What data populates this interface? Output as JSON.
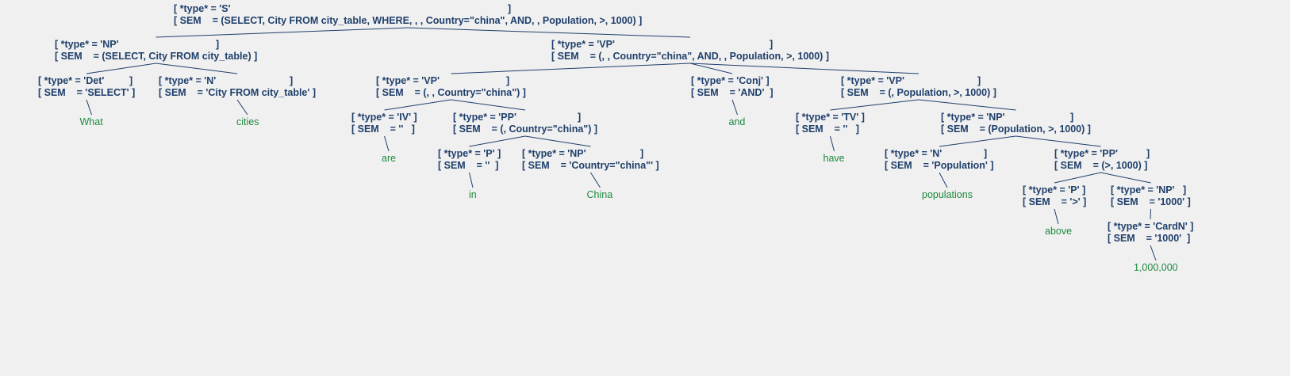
{
  "nodes": [
    {
      "id": "S",
      "type": "[ *type* = 'S'",
      "sem": "[ SEM    = (SELECT, City FROM city_table, WHERE, , , Country=\"china\", AND, , Population, >, 1000) ]",
      "close": "]"
    },
    {
      "id": "NP1",
      "type": "[ *type* = 'NP'",
      "sem": "[ SEM    = (SELECT, City FROM city_table) ]",
      "close": "]"
    },
    {
      "id": "VP1",
      "type": "[ *type* = 'VP'",
      "sem": "[ SEM    = (, , Country=\"china\", AND, , Population, >, 1000) ]",
      "close": "]"
    },
    {
      "id": "Det",
      "type": "[ *type* = 'Det'",
      "sem": "[ SEM    = 'SELECT' ]",
      "close": "]"
    },
    {
      "id": "N1",
      "type": "[ *type* = 'N'",
      "sem": "[ SEM    = 'City FROM city_table' ]",
      "close": "]"
    },
    {
      "id": "VP2",
      "type": "[ *type* = 'VP'",
      "sem": "[ SEM    = (, , Country=\"china\") ]",
      "close": "]"
    },
    {
      "id": "Conj",
      "type": "[ *type* = 'Conj' ]",
      "sem": "[ SEM    = 'AND'  ]",
      "close": ""
    },
    {
      "id": "VP3",
      "type": "[ *type* = 'VP'",
      "sem": "[ SEM    = (, Population, >, 1000) ]",
      "close": "]"
    },
    {
      "id": "IV",
      "type": "[ *type* = 'IV' ]",
      "sem": "[ SEM    = ''   ]",
      "close": ""
    },
    {
      "id": "PP1",
      "type": "[ *type* = 'PP'",
      "sem": "[ SEM    = (, Country=\"china\") ]",
      "close": "]"
    },
    {
      "id": "TV",
      "type": "[ *type* = 'TV' ]",
      "sem": "[ SEM    = ''   ]",
      "close": ""
    },
    {
      "id": "NP2",
      "type": "[ *type* = 'NP'",
      "sem": "[ SEM    = (Population, >, 1000) ]",
      "close": "]"
    },
    {
      "id": "P1",
      "type": "[ *type* = 'P' ]",
      "sem": "[ SEM    = ''  ]",
      "close": ""
    },
    {
      "id": "NP3",
      "type": "[ *type* = 'NP'",
      "sem": "[ SEM    = 'Country=\"china\"' ]",
      "close": "]"
    },
    {
      "id": "N2",
      "type": "[ *type* = 'N'",
      "sem": "[ SEM    = 'Population' ]",
      "close": "]"
    },
    {
      "id": "PP2",
      "type": "[ *type* = 'PP'",
      "sem": "[ SEM    = (>, 1000) ]",
      "close": "]"
    },
    {
      "id": "P2",
      "type": "[ *type* = 'P' ]",
      "sem": "[ SEM    = '>' ]",
      "close": ""
    },
    {
      "id": "NP4",
      "type": "[ *type* = 'NP'   ]",
      "sem": "[ SEM    = '1000' ]",
      "close": ""
    },
    {
      "id": "CardN",
      "type": "[ *type* = 'CardN' ]",
      "sem": "[ SEM    = '1000'  ]",
      "close": ""
    }
  ],
  "words": [
    {
      "id": "w_what",
      "text": "What"
    },
    {
      "id": "w_cities",
      "text": "cities"
    },
    {
      "id": "w_are",
      "text": "are"
    },
    {
      "id": "w_in",
      "text": "in"
    },
    {
      "id": "w_china",
      "text": "China"
    },
    {
      "id": "w_and",
      "text": "and"
    },
    {
      "id": "w_have",
      "text": "have"
    },
    {
      "id": "w_populations",
      "text": "populations"
    },
    {
      "id": "w_above",
      "text": "above"
    },
    {
      "id": "w_1000",
      "text": "1,000,000"
    }
  ],
  "edges": [
    [
      "S",
      "NP1"
    ],
    [
      "S",
      "VP1"
    ],
    [
      "NP1",
      "Det"
    ],
    [
      "NP1",
      "N1"
    ],
    [
      "VP1",
      "VP2"
    ],
    [
      "VP1",
      "Conj"
    ],
    [
      "VP1",
      "VP3"
    ],
    [
      "Det",
      "w_what"
    ],
    [
      "N1",
      "w_cities"
    ],
    [
      "VP2",
      "IV"
    ],
    [
      "VP2",
      "PP1"
    ],
    [
      "IV",
      "w_are"
    ],
    [
      "PP1",
      "P1"
    ],
    [
      "PP1",
      "NP3"
    ],
    [
      "P1",
      "w_in"
    ],
    [
      "NP3",
      "w_china"
    ],
    [
      "Conj",
      "w_and"
    ],
    [
      "VP3",
      "TV"
    ],
    [
      "VP3",
      "NP2"
    ],
    [
      "TV",
      "w_have"
    ],
    [
      "NP2",
      "N2"
    ],
    [
      "NP2",
      "PP2"
    ],
    [
      "N2",
      "w_populations"
    ],
    [
      "PP2",
      "P2"
    ],
    [
      "PP2",
      "NP4"
    ],
    [
      "P2",
      "w_above"
    ],
    [
      "NP4",
      "CardN"
    ],
    [
      "CardN",
      "w_1000"
    ]
  ]
}
